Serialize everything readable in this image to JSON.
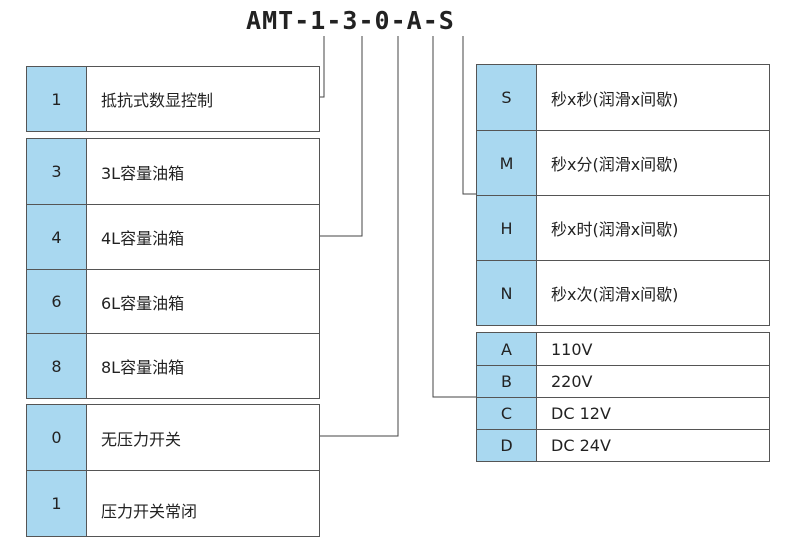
{
  "model_code": [
    "A",
    "M",
    "T",
    "-",
    "1",
    "-",
    "3",
    "-",
    "0",
    "-",
    "A",
    "-",
    "S"
  ],
  "groups": [
    {
      "rows": [
        {
          "key": "1",
          "label": "抵抗式数显控制"
        }
      ]
    },
    {
      "rows": [
        {
          "key": "3",
          "label": "3L容量油箱"
        },
        {
          "key": "4",
          "label": "4L容量油箱"
        },
        {
          "key": "6",
          "label": "6L容量油箱"
        },
        {
          "key": "8",
          "label": "8L容量油箱"
        }
      ]
    },
    {
      "rows": [
        {
          "key": "0",
          "label": "无压力开关"
        },
        {
          "key": "1",
          "label": "压力开关常闭"
        }
      ]
    },
    {
      "rows": [
        {
          "key": "S",
          "label": "秒x秒(润滑x间歇)"
        },
        {
          "key": "M",
          "label": "秒x分(润滑x间歇)"
        },
        {
          "key": "H",
          "label": "秒x时(润滑x间歇)"
        },
        {
          "key": "N",
          "label": "秒x次(润滑x间歇)"
        }
      ]
    },
    {
      "rows": [
        {
          "key": "A",
          "label": "110V"
        },
        {
          "key": "B",
          "label": "220V"
        },
        {
          "key": "C",
          "label": "DC 12V"
        },
        {
          "key": "D",
          "label": "DC 24V"
        }
      ]
    }
  ]
}
